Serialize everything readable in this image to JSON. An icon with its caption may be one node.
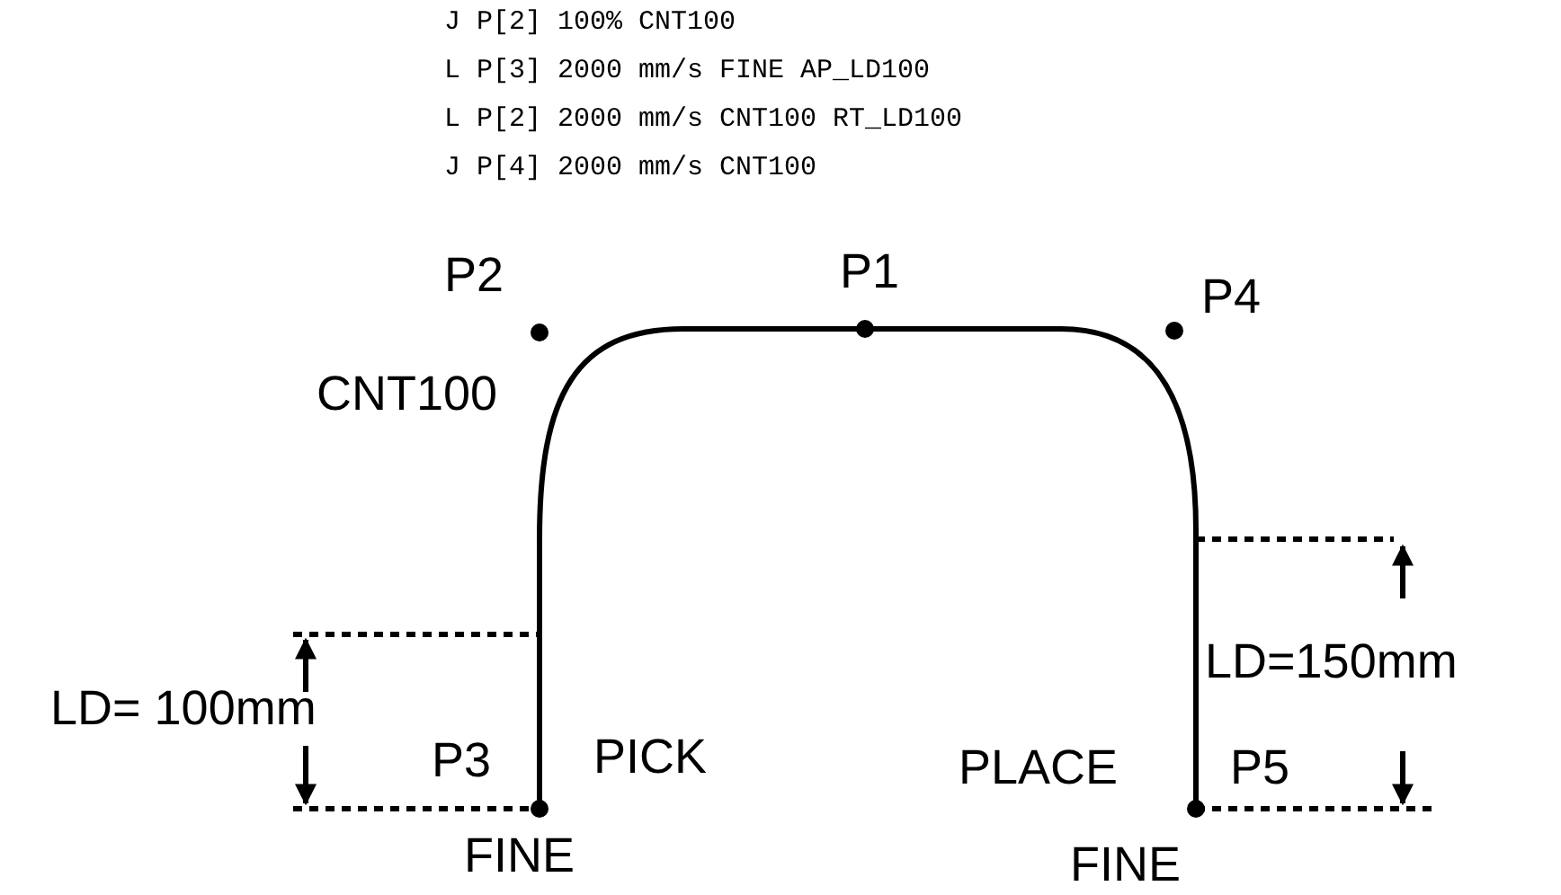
{
  "diagram": {
    "labels": [
      "J P[2] 100% CNT100",
      "L P[3] 2000 mm/s FINE AP_LD100",
      "L P[2] 2000 mm/s CNT100 RT_LD100",
      "J P[4] 2000 mm/s CNT100",
      "P2",
      "P1",
      "P4",
      "CNT100",
      "LD=150mm",
      "LD= 100mm",
      "P3",
      "PICK",
      "PLACE",
      "P5",
      "FINE",
      "FINE"
    ]
  }
}
